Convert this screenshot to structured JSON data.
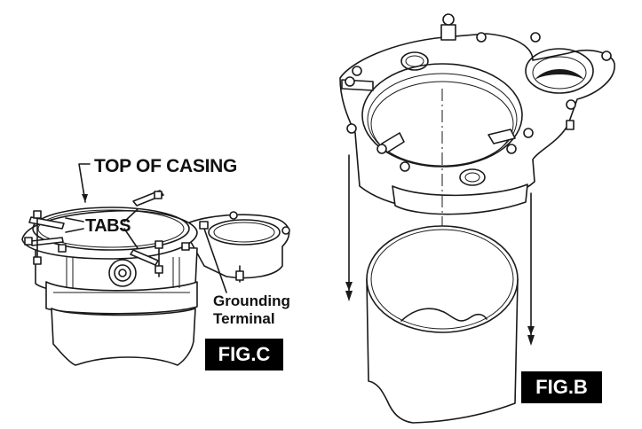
{
  "figures": {
    "fig_c": {
      "caption": "FIG.C",
      "labels": {
        "top_of_casing": "TOP OF CASING",
        "tabs": "TABS",
        "grounding_terminal_line1": "Grounding",
        "grounding_terminal_line2": "Terminal"
      }
    },
    "fig_b": {
      "caption": "FIG.B"
    }
  },
  "colors": {
    "line": "#1a1a1a",
    "caption_bg": "#000000",
    "caption_text": "#ffffff",
    "background": "#ffffff"
  }
}
